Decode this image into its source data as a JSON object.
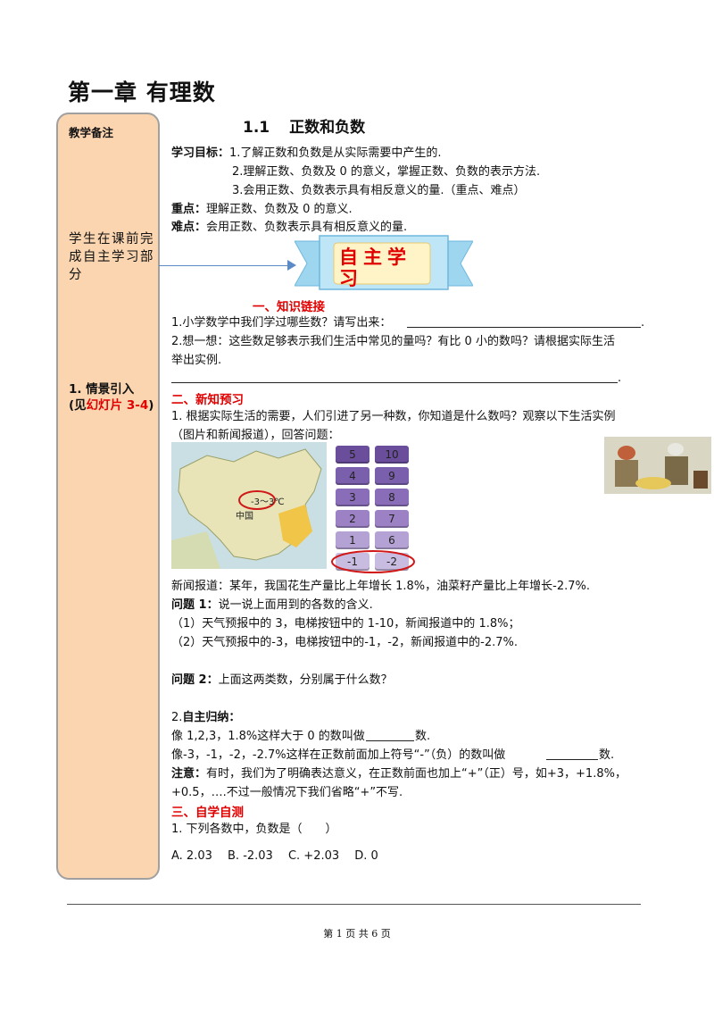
{
  "chapter_title": "第一章 有理数",
  "sidebar": {
    "heading": "教学备注",
    "note": "学生在课前完成自主学习部分",
    "intro_prefix": "1. 情景引入",
    "intro_open": "(见",
    "intro_ref": "幻灯片 3-4",
    "intro_close": ")"
  },
  "section_number": "1.1",
  "section_title": "正数和负数",
  "objectives": {
    "label": "学习目标：",
    "items": [
      "1.了解正数和负数是从实际需要中产生的.",
      "2.理解正数、负数及 0 的意义，掌握正数、负数的表示方法.",
      "3.会用正数、负数表示具有相反意义的量.（重点、难点）"
    ]
  },
  "key_point": {
    "label": "重点：",
    "text": "理解正数、负数及 0 的意义."
  },
  "difficulty": {
    "label": "难点：",
    "text": "会用正数、负数表示具有相反意义的量."
  },
  "banner": "自主学习",
  "part1": {
    "heading": "一、知识链接",
    "q1": "1.小学数学中我们学过哪些数？请写出来：",
    "q1_end": ".",
    "q2_line1": "2.想一想：这些数足够表示我们生活中常见的量吗？有比 0 小的数吗？请根据实际生活",
    "q2_line2": "举出实例.",
    "q2_end": "."
  },
  "part2": {
    "heading": "二、新知预习",
    "intro_line1": "1. 根据实际生活的需要，人们引进了另一种数，你知道是什么数吗？观察以下生活实例",
    "intro_line2": "（图片和新闻报道），回答问题：",
    "map": {
      "reading": "-3～3℃",
      "region": "中国"
    },
    "keypad": {
      "rows": [
        [
          "5",
          "10"
        ],
        [
          "4",
          "9"
        ],
        [
          "3",
          "8"
        ],
        [
          "2",
          "7"
        ],
        [
          "1",
          "6"
        ],
        [
          "-1",
          "-2"
        ]
      ]
    },
    "news": "新闻报道：某年，我国花生产量比上年增长 1.8%，油菜籽产量比上年增长-2.7%.",
    "q1_label": "问题 1：",
    "q1_text": "说一说上面用到的各数的含义.",
    "q1_a1": "（1）天气预报中的 3，电梯按钮中的 1-10，新闻报道中的 1.8%；",
    "q1_a2": "（2）天气预报中的-3，电梯按钮中的-1，-2，新闻报道中的-2.7%.",
    "q2_label": "问题 2：",
    "q2_text": "上面这两类数，分别属于什么数？",
    "summary_num": "2.",
    "summary_label": "自主归纳：",
    "summary_1a": "像 1,2,3，1.8%这样大于 0 的数叫做",
    "summary_1b": "数.",
    "summary_2a": "像-3，-1，-2，-2.7%这样在正数前面加上符号“-”（负）的数叫做",
    "summary_2b": "数.",
    "note_label": "注意：",
    "note_line1": "有时，我们为了明确表达意义，在正数前面也加上“+”（正）号，如+3，+1.8%，",
    "note_line2": "+0.5，….不过一般情况下我们省略“+”不写."
  },
  "part3": {
    "heading": "三、自学自测",
    "q1": "1. 下列各数中，负数是（　　）",
    "options": "A. 2.03　 B. -2.03　 C. +2.03　 D. 0"
  },
  "footer": "第 1 页 共 6 页",
  "colors": {
    "sidebar": "#fbd5b0",
    "accent_red": "#e00000",
    "arrow": "#5b8ac6",
    "banner": "#9ed6f0",
    "keypad": "#8a6db8"
  }
}
